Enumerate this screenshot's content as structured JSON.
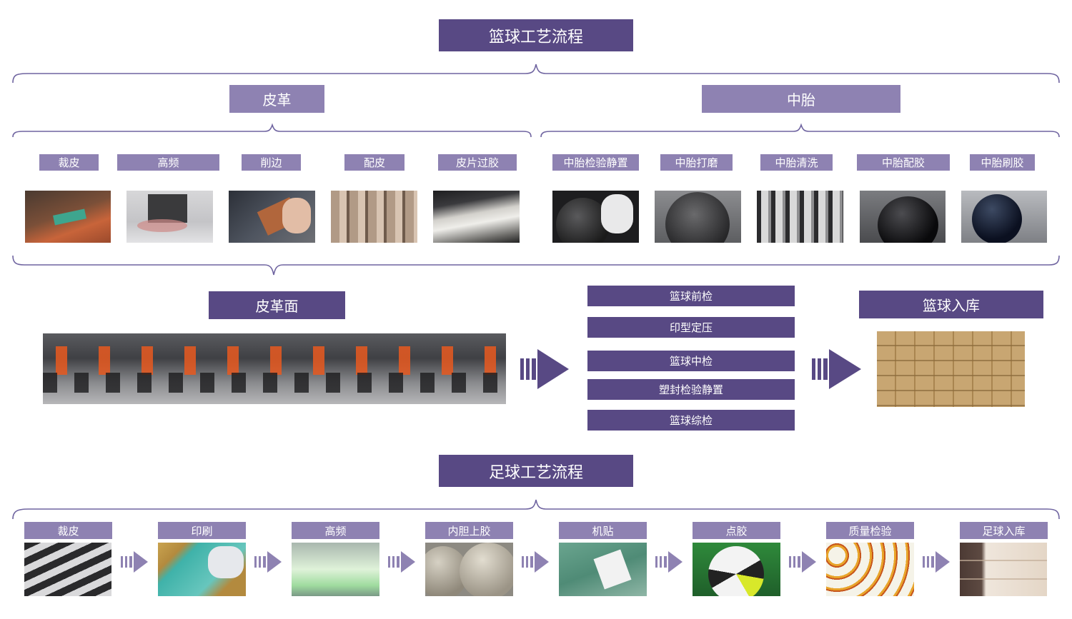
{
  "basketball": {
    "title": "篮球工艺流程",
    "leather": {
      "heading": "皮革",
      "steps": [
        "裁皮",
        "高频",
        "削边",
        "配皮",
        "皮片过胶"
      ],
      "face": "皮革面"
    },
    "bladder": {
      "heading": "中胎",
      "steps": [
        "中胎检验静置",
        "中胎打磨",
        "中胎清洗",
        "中胎配胶",
        "中胎刷胶"
      ]
    },
    "checks": [
      "篮球前检",
      "印型定压",
      "篮球中检",
      "塑封检验静置",
      "篮球综检"
    ],
    "storage": "篮球入库"
  },
  "football": {
    "title": "足球工艺流程",
    "steps": [
      "裁皮",
      "印刷",
      "高频",
      "内胆上胶",
      "机贴",
      "点胶",
      "质量检验",
      "足球入库"
    ]
  },
  "colors": {
    "dark": "#584984",
    "light": "#8e82b2"
  }
}
